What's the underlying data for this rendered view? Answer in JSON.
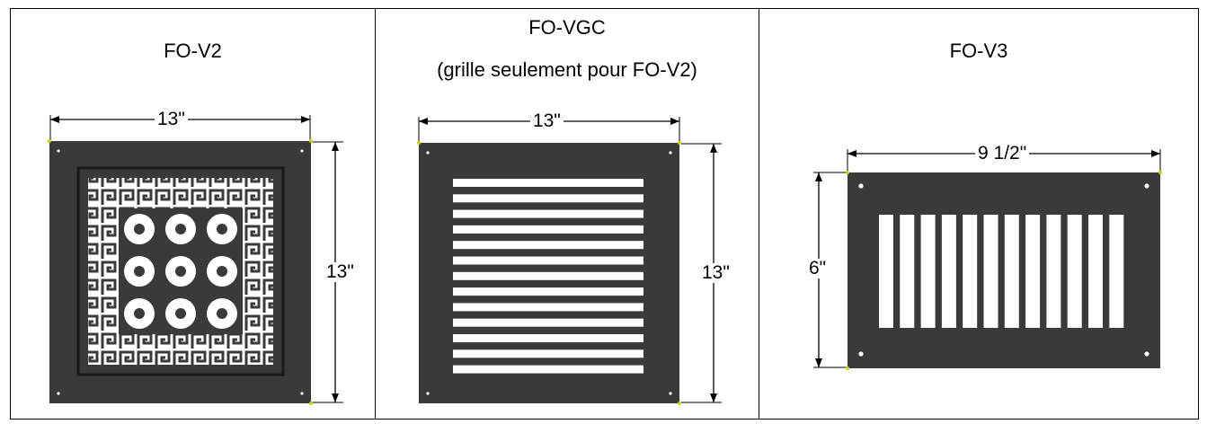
{
  "products": [
    {
      "title": "FO-V2",
      "width_label": "13\"",
      "height_label": "13\""
    },
    {
      "title": "FO-VGC",
      "subtitle": "(grille seulement pour FO-V2)",
      "width_label": "13\"",
      "height_label": "13\""
    },
    {
      "title": "FO-V3",
      "width_label": "9 1/2\"",
      "height_label": "6\""
    }
  ],
  "colors": {
    "plate": "#3a3a3c",
    "border": "#000000",
    "accent": "#c8d400"
  },
  "grilles": {
    "vgc_slot_count": 13,
    "v3_slot_count": 12
  },
  "icons": [
    "ornamental-grille-icon",
    "horizontal-slot-grille-icon",
    "vertical-slot-grille-icon"
  ]
}
